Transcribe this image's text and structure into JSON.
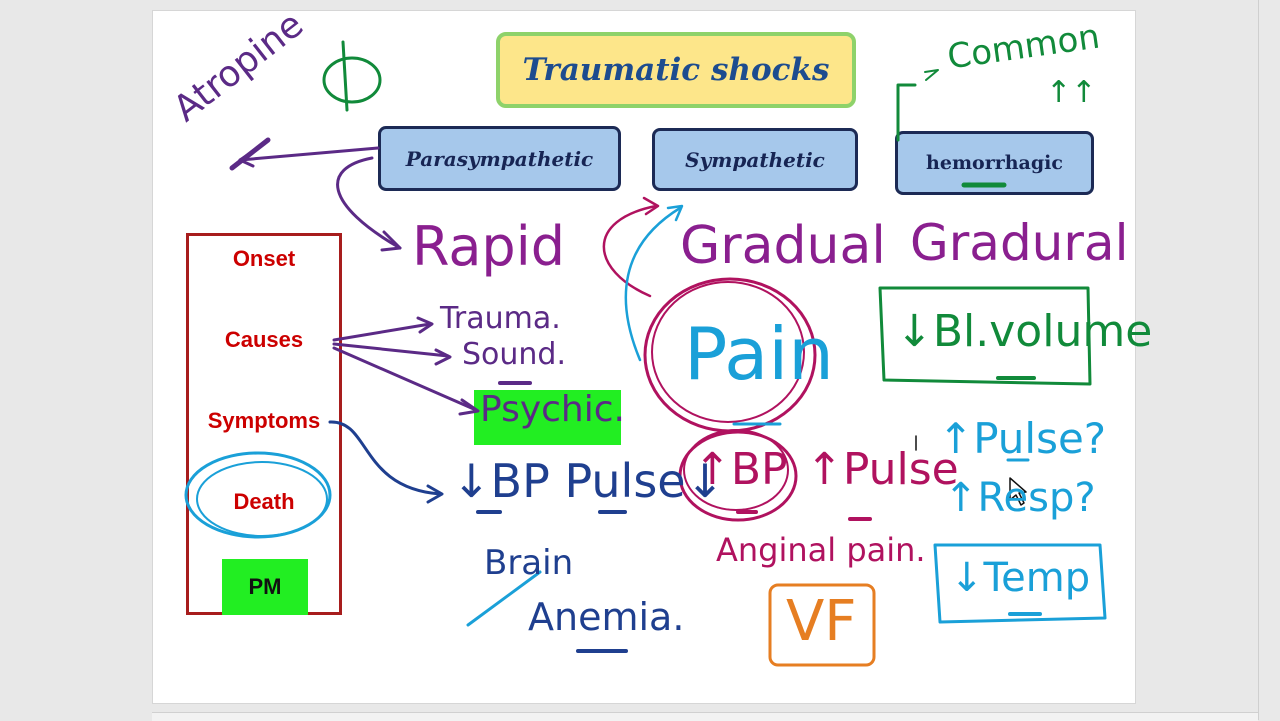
{
  "title": "Traumatic shocks",
  "categories": {
    "parasympathetic": "Parasympathetic",
    "sympathetic": "Sympathetic",
    "hemorrhagic": "hemorrhagic"
  },
  "row_labels": {
    "onset": "Onset",
    "causes": "Causes",
    "symptoms": "Symptoms",
    "death": "Death",
    "pm": "PM"
  },
  "notes": {
    "atropine": "Atropine",
    "phi": "Φ",
    "common": "Common",
    "common_arrows": "↑↑",
    "para_onset": "Rapid",
    "symp_onset": "Gradual",
    "hemo_onset": "Gradural",
    "cause_trauma": "Trauma.",
    "cause_sound": "Sound.",
    "cause_psychic": "Psychic.",
    "symp_cause_pain": "Pain",
    "hemo_cause": "↓Bl.volume",
    "para_symptoms": "↓BP Pulse↓",
    "symp_bp": "↑BP",
    "symp_pulse": "↑Pulse",
    "hemo_pulse": "↑Pulse?",
    "hemo_resp": "↑Resp?",
    "hemo_temp": "↓Temp",
    "para_death_brain": "Brain",
    "para_death_anemia": "Anemia.",
    "symp_death_anginal": "Anginal pain.",
    "symp_death_vf": "VF"
  },
  "colors": {
    "ink_purple": "#8a1f8f",
    "ink_violet": "#5b2a86",
    "ink_blue": "#1f5fa0",
    "ink_cyan": "#1aa0d8",
    "ink_green": "#118a3a",
    "ink_magenta": "#b0125f",
    "ink_orange": "#e67e22",
    "label_red": "#cc0000",
    "highlight_green": "#22ee22"
  }
}
